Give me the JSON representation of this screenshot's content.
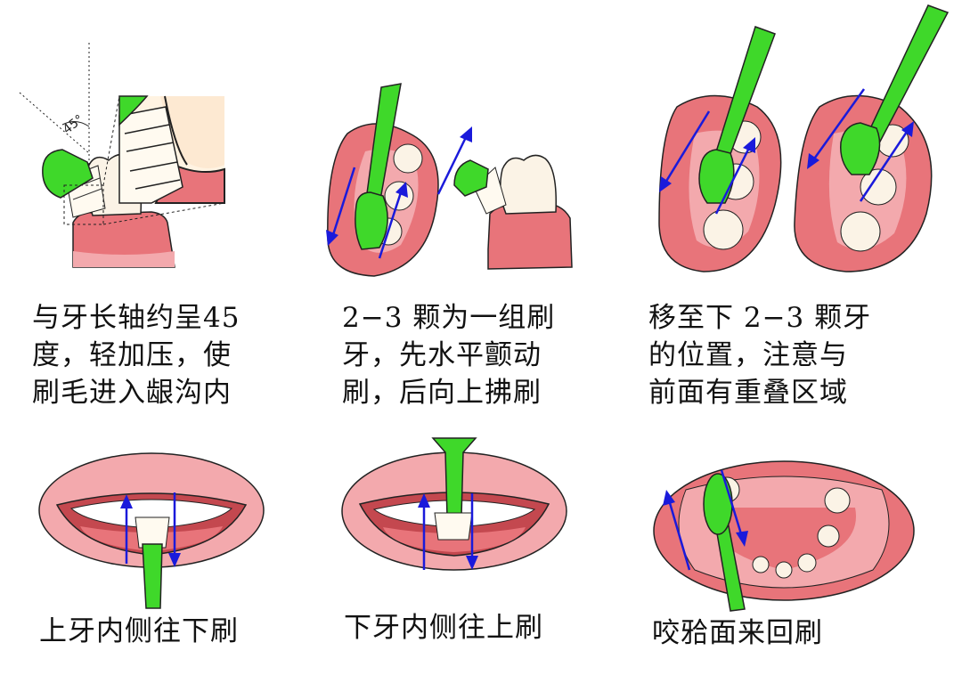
{
  "angle_label": "45°",
  "steps": [
    {
      "id": "step-1",
      "lines": [
        "与牙长轴约呈45",
        "度，轻加压，使",
        "刷毛进入龈沟内"
      ]
    },
    {
      "id": "step-2",
      "lines": [
        "2−3 颗为一组刷",
        "牙，先水平颤动",
        "刷，后向上拂刷"
      ]
    },
    {
      "id": "step-3",
      "lines": [
        "移至下 2−3 颗牙",
        "的位置，注意与",
        "前面有重叠区域"
      ]
    },
    {
      "id": "step-4",
      "lines": [
        "上牙内侧往下刷"
      ]
    },
    {
      "id": "step-5",
      "lines": [
        "下牙内侧往上刷"
      ]
    },
    {
      "id": "step-6",
      "lines": [
        "咬𬌗面来回刷"
      ]
    }
  ],
  "colors": {
    "brush_green": "#3fd82a",
    "gum_pink": "#e8747a",
    "gum_light": "#f3a9ad",
    "arrow_blue": "#1a1adb",
    "tooth": "#fbf3e6"
  }
}
